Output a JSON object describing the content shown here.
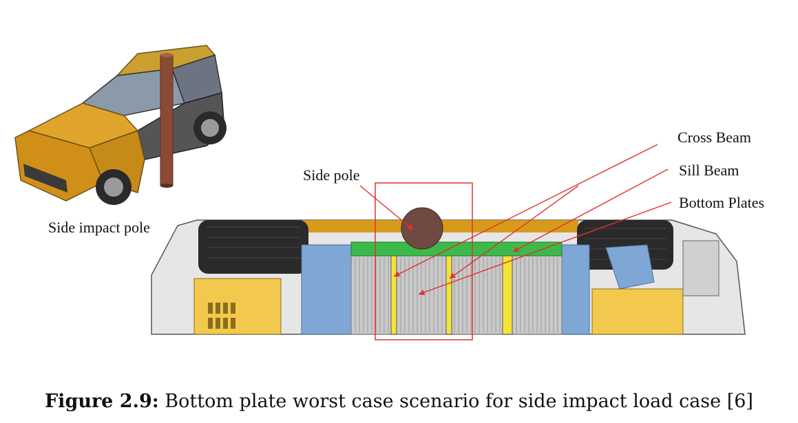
{
  "figure": {
    "labels": {
      "side_impact_pole": "Side impact pole",
      "side_pole": "Side pole",
      "cross_beam": "Cross Beam",
      "sill_beam": "Sill Beam",
      "bottom_plates": "Bottom Plates"
    },
    "caption": {
      "number": "Figure 2.9:",
      "text": "Bottom plate worst case scenario for side impact load case [6]"
    },
    "colors": {
      "body_gold": "#d89a1a",
      "pole_brown": "#8a4a35",
      "annotation_red": "#e0312f",
      "sill_green": "#3cb94a",
      "battery_grey": "#c9c9c9",
      "bracket_yellow": "#f2c94c",
      "panel_blue": "#7fa7d6",
      "tire_dark": "#2a2a2a"
    }
  }
}
